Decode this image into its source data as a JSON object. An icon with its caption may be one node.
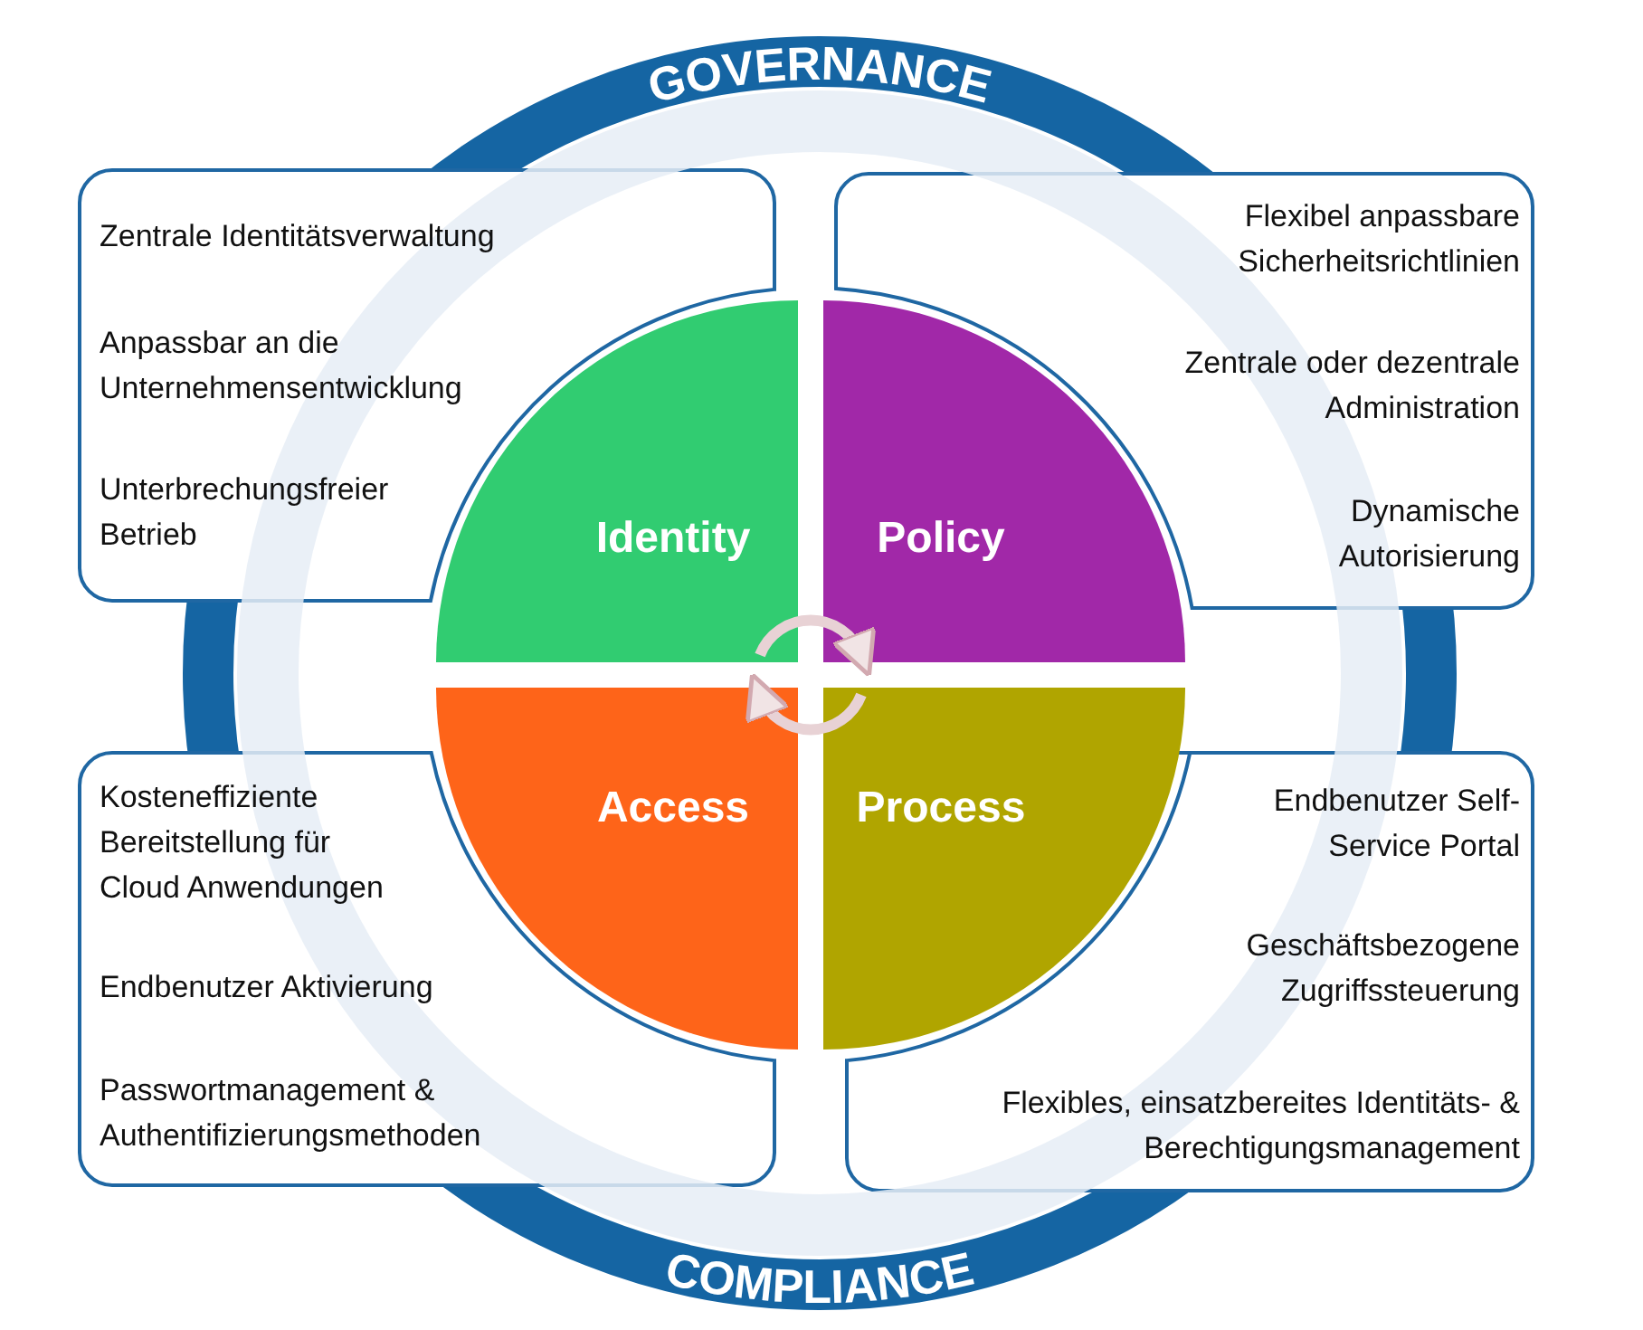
{
  "diagram": {
    "nodes": [
      {
        "text": [
          "Identity"
        ]
      },
      {
        "text": [
          "Policy"
        ]
      },
      {
        "text": [
          "Access"
        ]
      },
      {
        "text": [
          "Process"
        ]
      },
      {
        "text": [
          "Zentrale Identitätsverwaltung",
          "Anpassbar an die Unternehmensentwicklung",
          "Unterbrechungsfreier Betrieb"
        ]
      },
      {
        "text": [
          "Flexibel anpassbare Sicherheitsrichtlinien",
          "Zentrale oder dezentrale Administration",
          "Dynamische Autorisierung"
        ]
      },
      {
        "text": [
          "Kosteneffiziente Bereitstellung für Cloud Anwendungen",
          "Endbenutzer Aktivierung",
          "Passwortmanagement & Authentifizierungsmethoden"
        ]
      },
      {
        "text": [
          "Endbenutzer Self-Service Portal",
          "Geschäftsbezogene Zugriffssteuerung",
          "Flexibles, einsatzbereites Identitäts- & Berechtigungsmanagement"
        ]
      }
    ],
    "edges": [
      {
        "from": 0,
        "to": 1,
        "arrow": "to"
      },
      {
        "from": 3,
        "to": 2,
        "arrow": "to"
      }
    ],
    "labels": [
      "GOVERNANCE",
      "COMPLIANCE"
    ]
  }
}
